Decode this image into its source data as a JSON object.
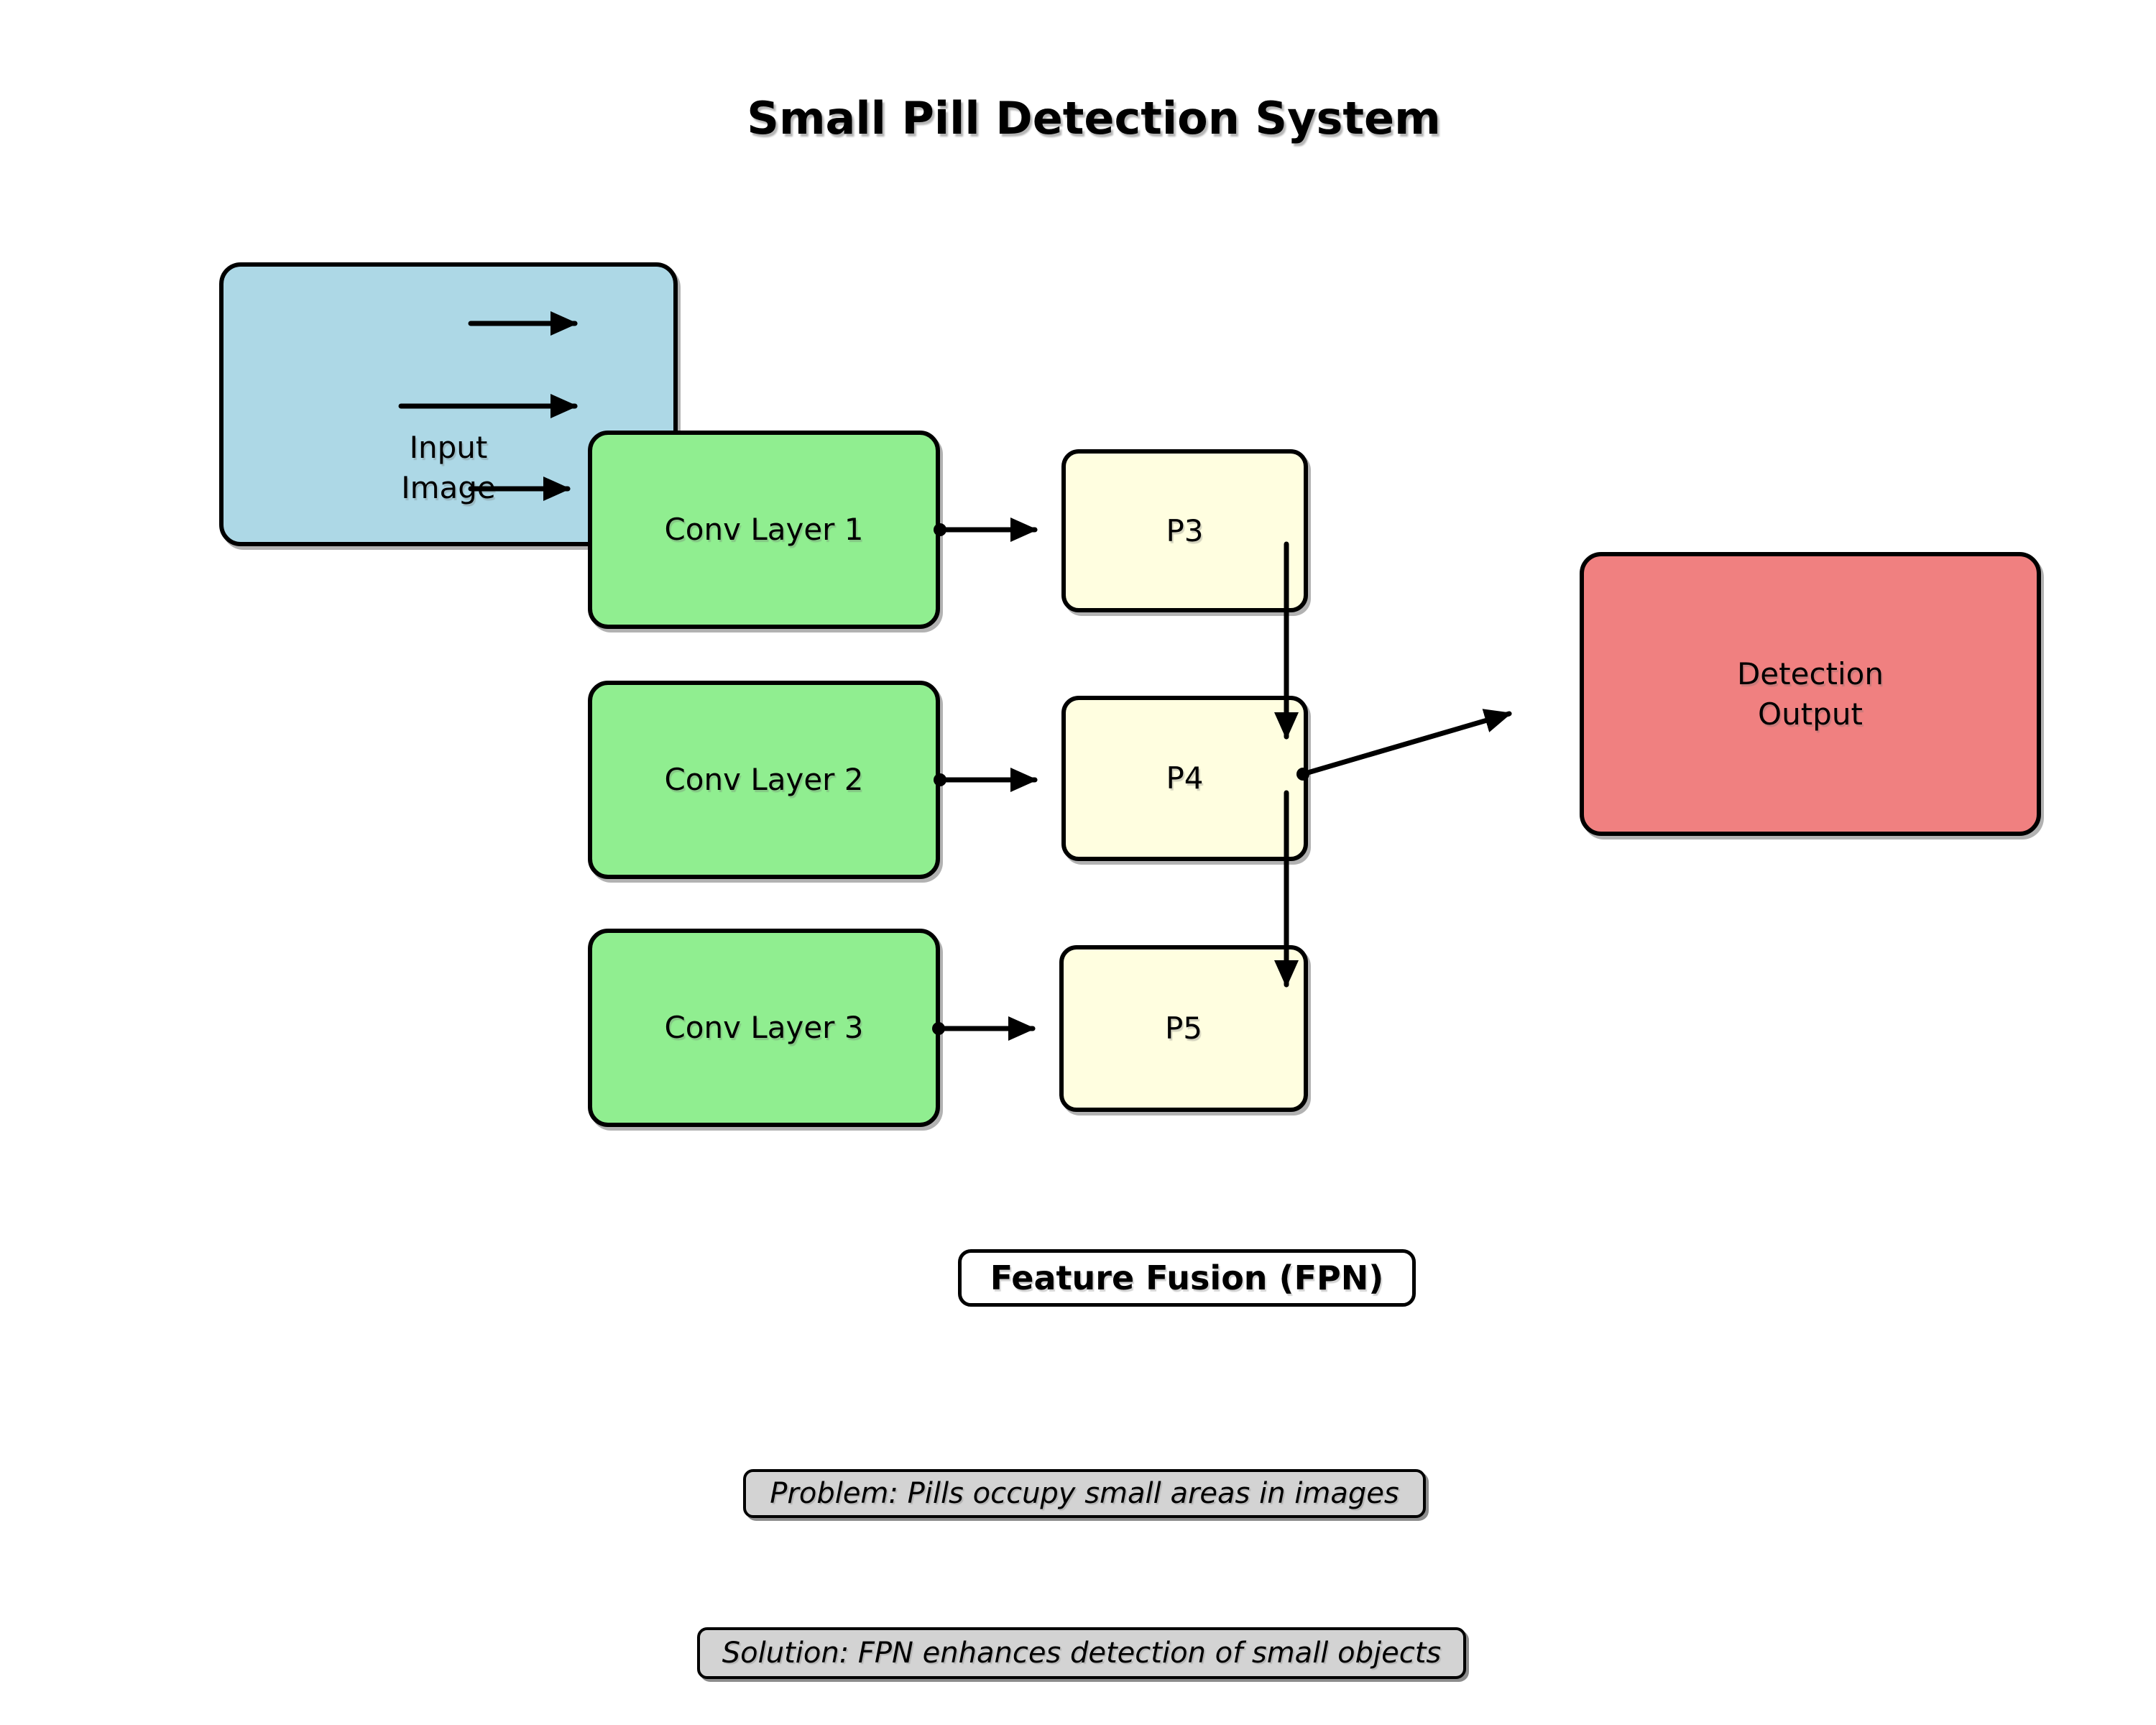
{
  "title": "Small Pill Detection System",
  "nodes": {
    "input": {
      "label": "Input\nImage",
      "fill": "#add8e6"
    },
    "conv1": {
      "label": "Conv Layer 1",
      "fill": "#90ee90"
    },
    "conv2": {
      "label": "Conv Layer 2",
      "fill": "#90ee90"
    },
    "conv3": {
      "label": "Conv Layer 3",
      "fill": "#90ee90"
    },
    "p3": {
      "label": "P3",
      "fill": "#fffee0"
    },
    "p4": {
      "label": "P4",
      "fill": "#fffee0"
    },
    "p5": {
      "label": "P5",
      "fill": "#fffee0"
    },
    "output": {
      "label": "Detection\nOutput",
      "fill": "#f08080"
    }
  },
  "labels": {
    "fpn": "Feature Fusion (FPN)",
    "problem": "Problem: Pills occupy small areas in images",
    "solution": "Solution: FPN enhances detection of small objects"
  },
  "colors": {
    "arrow": "#000000",
    "node_border": "#000000",
    "note_background": "#d3d3d3",
    "fpn_background": "#ffffff",
    "page_background": "#ffffff"
  }
}
